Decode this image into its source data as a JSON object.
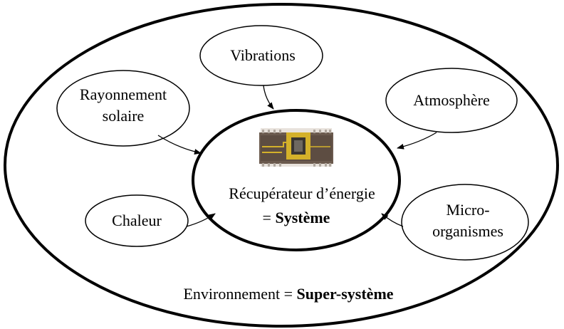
{
  "diagram": {
    "environment": {
      "prefix": "Environnement = ",
      "bold": "Super-système"
    },
    "system": {
      "line1": "Récupérateur d’énergie",
      "line2_prefix": "= ",
      "line2_bold": "Système"
    },
    "sources": {
      "vibrations": "Vibrations",
      "rayonnement_line1": "Rayonnement",
      "rayonnement_line2": "solaire",
      "atmosphere": "Atmosphère",
      "chaleur": "Chaleur",
      "micro_line1": "Micro-",
      "micro_line2": "organismes"
    },
    "colors": {
      "stroke": "#000000",
      "background": "#ffffff",
      "chip_body": "#6b5a4e",
      "chip_gold": "#d4b12a"
    }
  }
}
